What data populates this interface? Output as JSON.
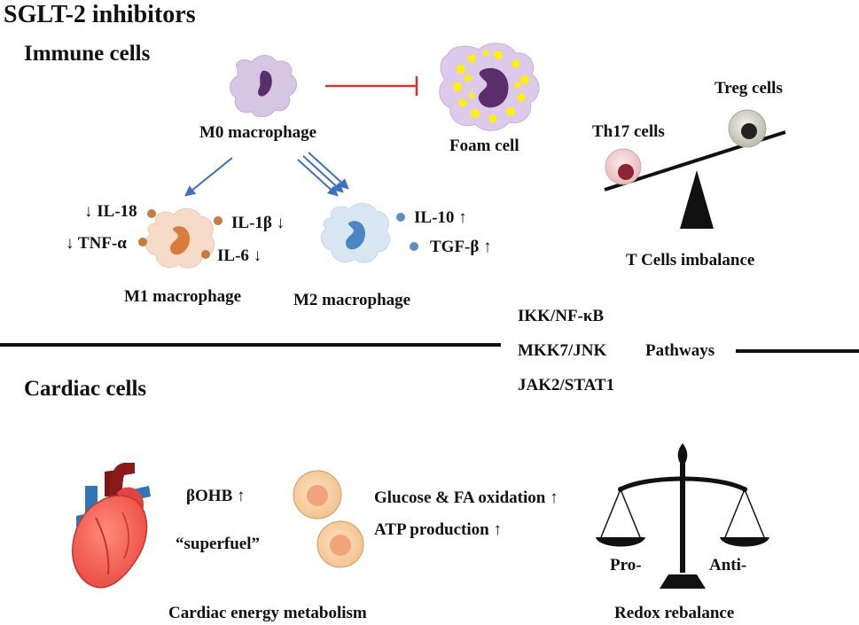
{
  "title": "SGLT-2 inhibitors",
  "immune": {
    "heading": "Immune cells",
    "m0": "M0 macrophage",
    "foam": "Foam cell",
    "m1": "M1 macrophage",
    "m2": "M2 macrophage",
    "m1_cytokines": [
      "↓ IL-18",
      "↓ TNF-α",
      "IL-1β ↓",
      "IL-6 ↓"
    ],
    "m2_cytokines": [
      "IL-10 ↑",
      "TGF-β ↑"
    ],
    "th17": "Th17 cells",
    "treg": "Treg cells",
    "t_imbalance": "T Cells imbalance"
  },
  "pathways": {
    "items": [
      "IKK/NF-κB",
      "MKK7/JNK",
      "JAK2/STAT1"
    ],
    "label": "Pathways"
  },
  "cardiac": {
    "heading": "Cardiac cells",
    "bohb": "βOHB ↑",
    "superfuel": "“superfuel”",
    "glucose": "Glucose & FA oxidation ↑",
    "atp": "ATP production ↑",
    "energy": "Cardiac energy metabolism",
    "pro": "Pro-",
    "anti": "Anti-",
    "redox": "Redox rebalance"
  },
  "colors": {
    "m1_dot": "#c87a3e",
    "m2_dot": "#5b8fc0",
    "inhibit_line": "#d9302b",
    "arrow": "#3d6fc2"
  }
}
